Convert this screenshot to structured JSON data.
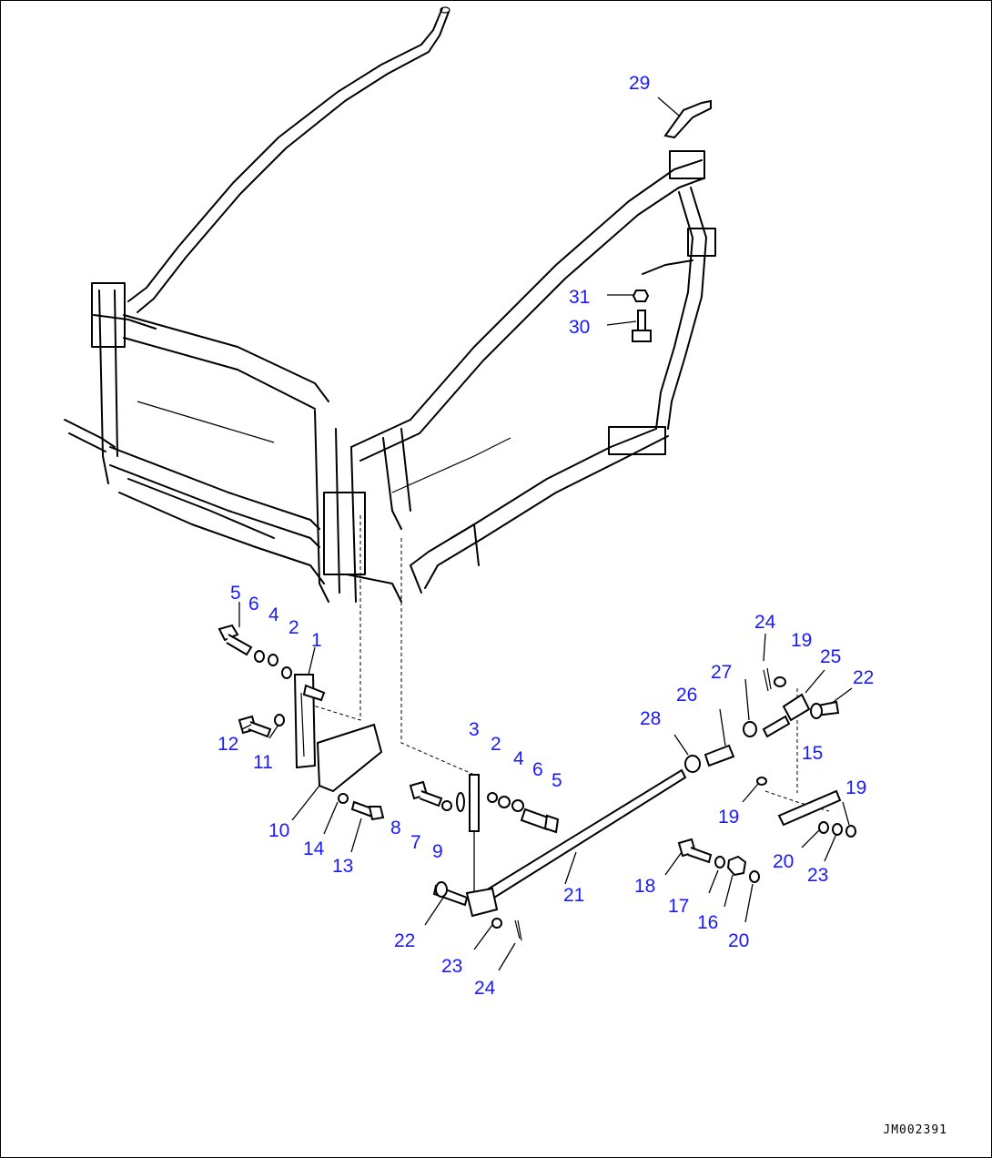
{
  "labels": [
    {
      "id": "29",
      "text": "29"
    },
    {
      "id": "31",
      "text": "31"
    },
    {
      "id": "30",
      "text": "30"
    },
    {
      "id": "5a",
      "text": "5"
    },
    {
      "id": "6a",
      "text": "6"
    },
    {
      "id": "4a",
      "text": "4"
    },
    {
      "id": "2a",
      "text": "2"
    },
    {
      "id": "1",
      "text": "1"
    },
    {
      "id": "12",
      "text": "12"
    },
    {
      "id": "11",
      "text": "11"
    },
    {
      "id": "10",
      "text": "10"
    },
    {
      "id": "14",
      "text": "14"
    },
    {
      "id": "13",
      "text": "13"
    },
    {
      "id": "8",
      "text": "8"
    },
    {
      "id": "7",
      "text": "7"
    },
    {
      "id": "9",
      "text": "9"
    },
    {
      "id": "3",
      "text": "3"
    },
    {
      "id": "2b",
      "text": "2"
    },
    {
      "id": "4b",
      "text": "4"
    },
    {
      "id": "6b",
      "text": "6"
    },
    {
      "id": "5b",
      "text": "5"
    },
    {
      "id": "22a",
      "text": "22"
    },
    {
      "id": "23a",
      "text": "23"
    },
    {
      "id": "24a",
      "text": "24"
    },
    {
      "id": "21",
      "text": "21"
    },
    {
      "id": "28",
      "text": "28"
    },
    {
      "id": "26",
      "text": "26"
    },
    {
      "id": "27",
      "text": "27"
    },
    {
      "id": "24b",
      "text": "24"
    },
    {
      "id": "19a",
      "text": "19"
    },
    {
      "id": "25",
      "text": "25"
    },
    {
      "id": "22b",
      "text": "22"
    },
    {
      "id": "15",
      "text": "15"
    },
    {
      "id": "19b",
      "text": "19"
    },
    {
      "id": "19c",
      "text": "19"
    },
    {
      "id": "20a",
      "text": "20"
    },
    {
      "id": "23b",
      "text": "23"
    },
    {
      "id": "18",
      "text": "18"
    },
    {
      "id": "17",
      "text": "17"
    },
    {
      "id": "16",
      "text": "16"
    },
    {
      "id": "20b",
      "text": "20"
    }
  ],
  "drawing_code": "JM002391"
}
